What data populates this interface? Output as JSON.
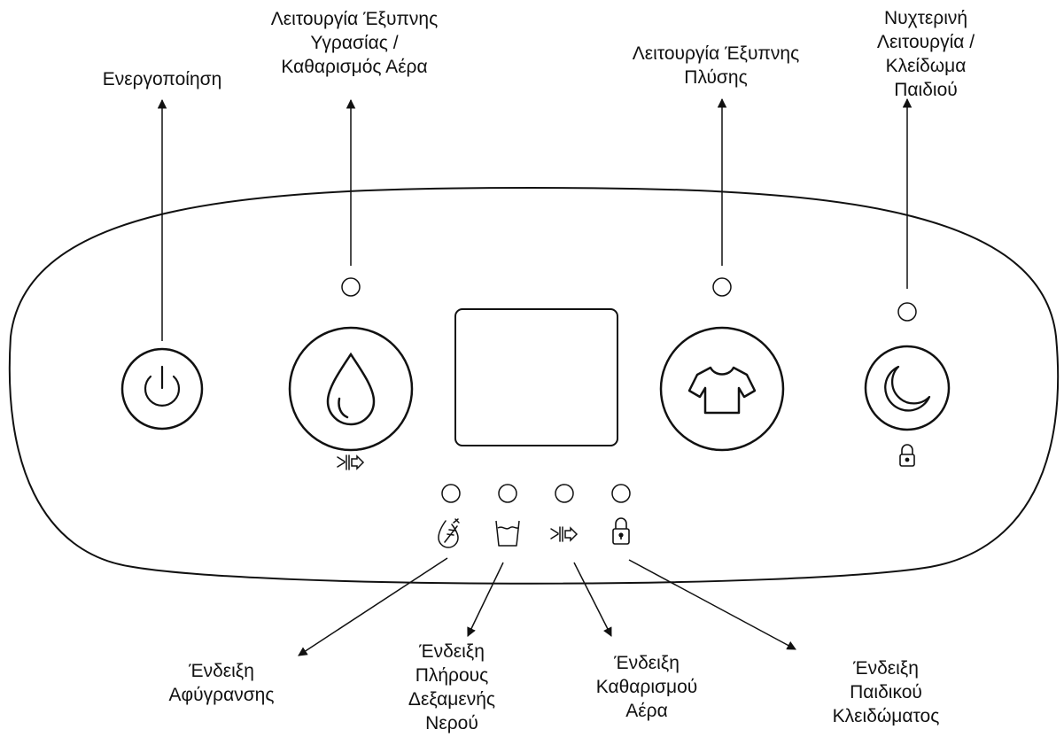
{
  "labels": {
    "power": [
      "Ενεργοποίηση"
    ],
    "smart_humidity": [
      "Λειτουργία Έξυπνης",
      "Υγρασίας /",
      "Καθαρισμός Αέρα"
    ],
    "smart_laundry": [
      "Λειτουργία Έξυπνης",
      "Πλύσης"
    ],
    "night_mode": [
      "Νυχτερινή",
      "Λειτουργία /",
      "Κλείδωμα",
      "Παιδιού"
    ],
    "defrost_indicator": [
      "Ένδειξη",
      "Αφύγρανσης"
    ],
    "tank_full_indicator": [
      "Ένδειξη",
      "Πλήρους",
      "Δεξαμενής",
      "Νερού"
    ],
    "air_clean_indicator": [
      "Ένδειξη",
      "Καθαρισμού",
      "Αέρα"
    ],
    "child_lock_indicator": [
      "Ένδειξη",
      "Παιδικού",
      "Κλειδώματος"
    ]
  },
  "icons": {
    "power": "power-icon",
    "humidity": "water-drop-icon",
    "laundry": "t-shirt-icon",
    "night": "moon-icon",
    "air_filter": "air-filter-icon",
    "lock": "padlock-icon",
    "defrost": "defrost-icon",
    "tank": "water-tank-icon"
  },
  "colors": {
    "stroke": "#111111",
    "background": "#ffffff"
  }
}
